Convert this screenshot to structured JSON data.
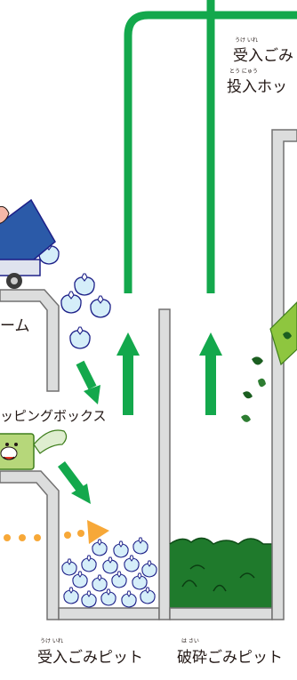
{
  "labels": {
    "receive_hopper": "受入ごみ",
    "receive_hopper_ruby": "うけ いれ",
    "input_hopper": "投入ホッ",
    "input_hopper_ruby": "とう にゅう",
    "platform": "ーム",
    "dumping_box": "ッピングボックス",
    "receive_pit": "受入ごみピット",
    "receive_pit_ruby": "うけ いれ",
    "crush_pit": "破砕ごみピット",
    "crush_pit_ruby": "は さい"
  },
  "colors": {
    "pipe_green": "#13a84c",
    "wall_gray": "#9fa0a0",
    "wall_light": "#dcdddd",
    "bag_blue": "#d5eef9",
    "shredded_dark": "#1b5e20",
    "shredded_light": "#7dc242",
    "truck_blue": "#2b5aa8",
    "arrow_orange": "#f7a838"
  }
}
